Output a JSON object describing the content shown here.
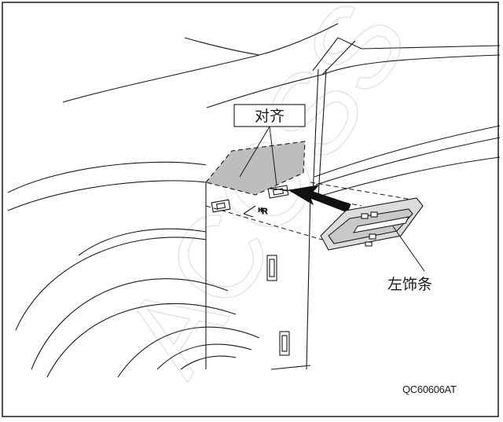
{
  "labels": {
    "align": "对齐",
    "left_trim": "左饰条",
    "figure_code": "QC60606AT"
  },
  "watermark": "ACOSS",
  "colors": {
    "line": "#1a1a1a",
    "shaded_area": "#bdbdbd",
    "arrow": "#111111",
    "watermark": "#e3e3e3"
  }
}
